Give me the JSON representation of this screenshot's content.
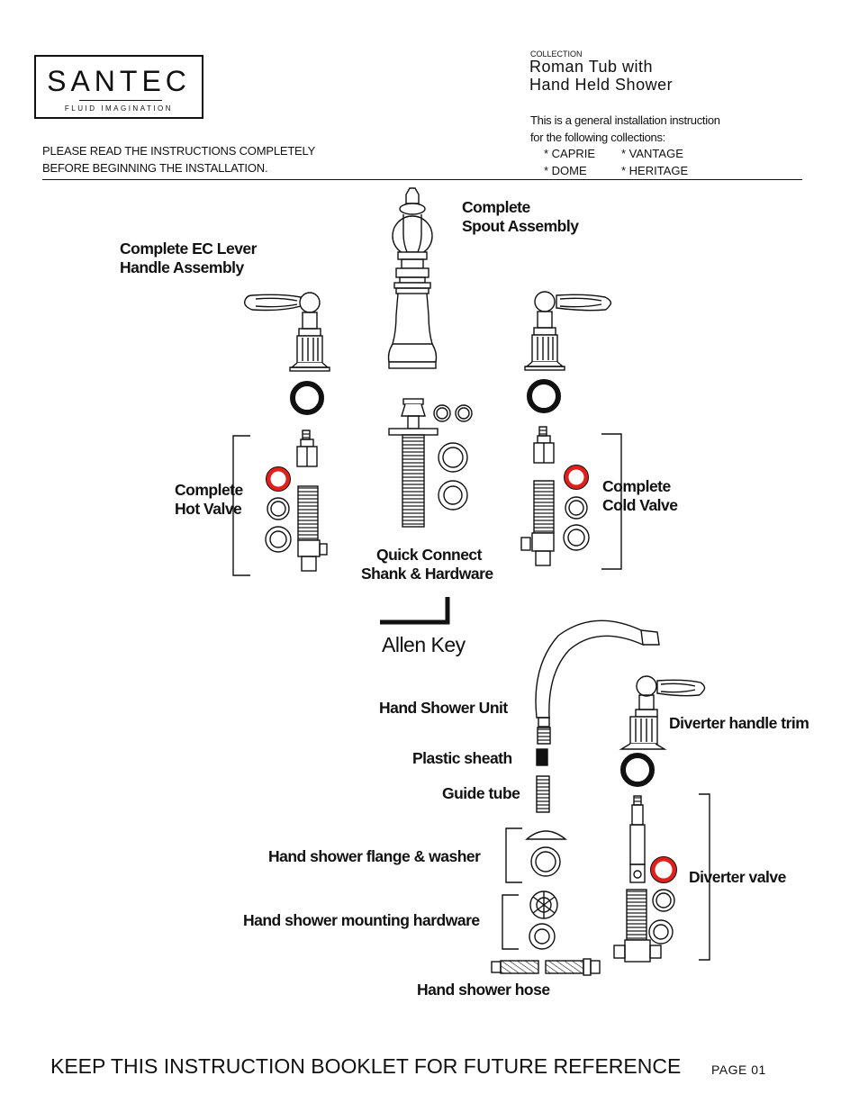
{
  "brand": {
    "name": "SANTEC",
    "tagline": "FLUID IMAGINATION"
  },
  "collection": {
    "caption": "COLLECTION",
    "title_line1": "Roman Tub with",
    "title_line2": "Hand Held Shower"
  },
  "general_note": {
    "line1": "This is a general installation instruction",
    "line2": "for the following collections:",
    "items": [
      "* CAPRIE",
      "* VANTAGE",
      "* DOME",
      "* HERITAGE"
    ]
  },
  "read_notice": {
    "line1": "PLEASE READ THE INSTRUCTIONS COMPLETELY",
    "line2": "BEFORE BEGINNING THE INSTALLATION."
  },
  "parts": {
    "spout": [
      "Complete",
      "Spout Assembly"
    ],
    "lever": [
      "Complete EC Lever",
      "Handle Assembly"
    ],
    "hot_valve": [
      "Complete",
      "Hot Valve"
    ],
    "cold_valve": [
      "Complete",
      "Cold Valve"
    ],
    "shank": [
      "Quick Connect",
      "Shank & Hardware"
    ],
    "allen_key": "Allen Key",
    "hand_shower_unit": "Hand Shower Unit",
    "plastic_sheath": "Plastic sheath",
    "guide_tube": "Guide tube",
    "flange_washer": "Hand shower flange & washer",
    "mounting_hardware": "Hand shower mounting hardware",
    "hose": "Hand shower hose",
    "diverter_trim": "Diverter handle trim",
    "diverter_valve": "Diverter valve"
  },
  "colors": {
    "oring_red": "#e0201b",
    "line": "#111111"
  },
  "footer": {
    "note": "KEEP THIS INSTRUCTION BOOKLET FOR FUTURE REFERENCE",
    "page": "PAGE  01"
  }
}
